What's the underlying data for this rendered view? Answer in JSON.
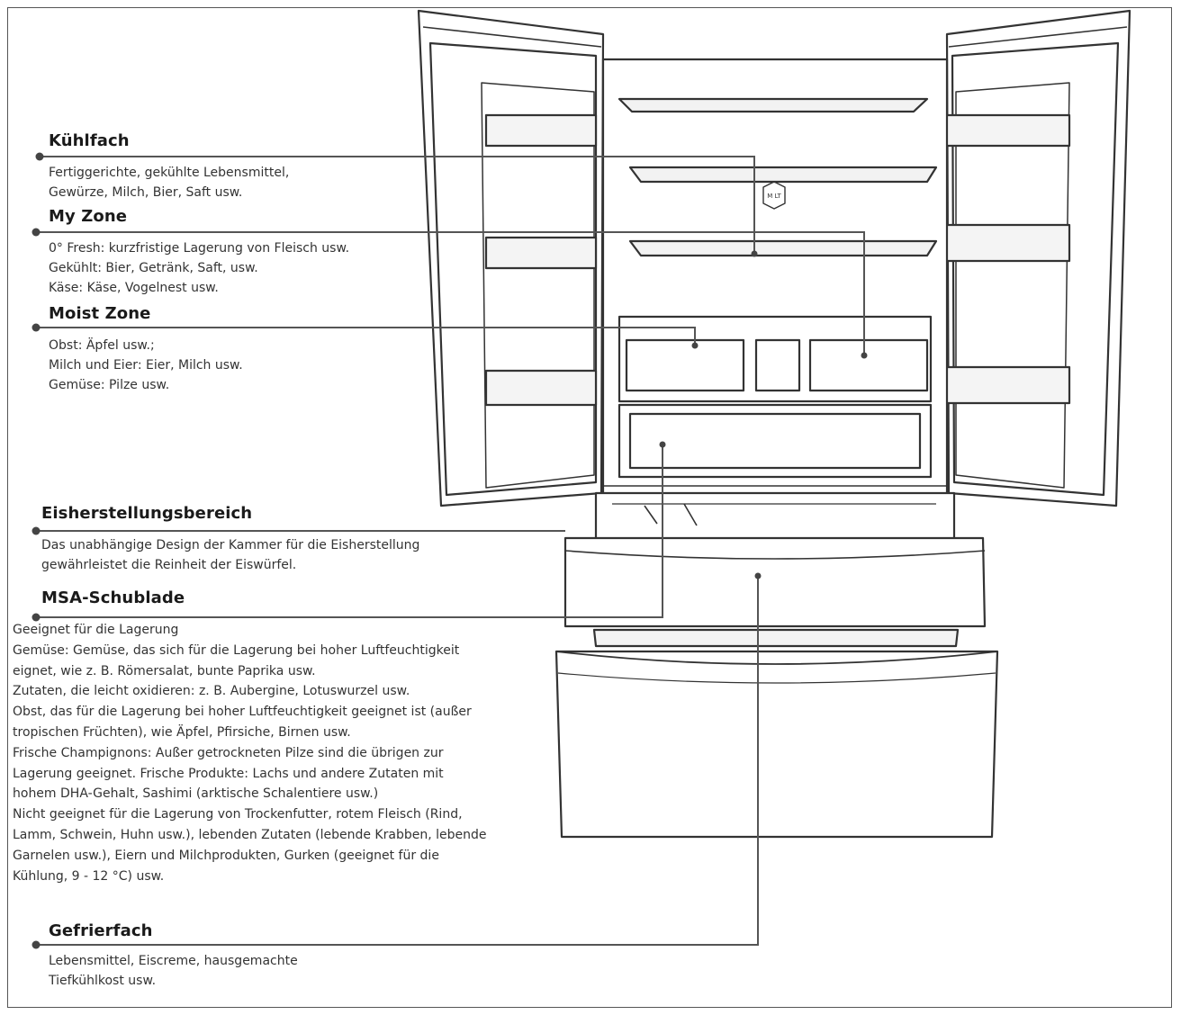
{
  "zones": [
    {
      "id": "kuehlfach",
      "title": "Kühlfach",
      "lines": [
        "Fertiggerichte, gekühlte Lebensmittel,",
        "Gewürze, Milch, Bier, Saft usw."
      ]
    },
    {
      "id": "myzone",
      "title": "My Zone",
      "lines": [
        "0° Fresh: kurzfristige Lagerung von Fleisch usw.",
        "Gekühlt: Bier, Getränk, Saft, usw.",
        "Käse: Käse, Vogelnest usw."
      ]
    },
    {
      "id": "moist",
      "title": "Moist Zone",
      "lines": [
        "Obst: Äpfel usw.;",
        "Milch und Eier: Eier, Milch usw.",
        "Gemüse: Pilze usw."
      ]
    },
    {
      "id": "eis",
      "title": "Eisherstellungsbereich",
      "lines": [
        "Das unabhängige Design der Kammer für die Eisherstellung",
        "gewährleistet die Reinheit der Eiswürfel."
      ]
    },
    {
      "id": "msa",
      "title": "MSA-Schublade",
      "lines": [
        "Geeignet für die Lagerung",
        "Gemüse: Gemüse, das sich für die Lagerung bei hoher Luftfeuchtigkeit",
        "eignet, wie z. B. Römersalat, bunte Paprika usw.",
        "Zutaten, die leicht oxidieren: z. B. Aubergine, Lotuswurzel usw.",
        "Obst, das für die Lagerung bei hoher Luftfeuchtigkeit geeignet ist (außer",
        "tropischen Früchten), wie Äpfel, Pfirsiche, Birnen usw.",
        "Frische Champignons: Außer getrockneten Pilze sind die übrigen zur",
        "Lagerung geeignet. Frische Produkte: Lachs und andere Zutaten mit",
        "hohem DHA-Gehalt, Sashimi (arktische Schalentiere usw.)",
        "Nicht geeignet für die Lagerung von Trockenfutter, rotem Fleisch (Rind,",
        "Lamm, Schwein, Huhn usw.), lebenden Zutaten (lebende Krabben, lebende",
        "Garnelen usw.), Eiern und Milchprodukten, Gurken (geeignet für die",
        "Kühlung, 9 - 12 °C) usw."
      ]
    },
    {
      "id": "gefrier",
      "title": "Gefrierfach",
      "lines": [
        "Lebensmittel, Eiscreme, hausgemachte",
        "Tiefkühlkost usw."
      ]
    }
  ],
  "fridge_badge": "M LT",
  "colors": {
    "line": "#555555",
    "outline": "#333333",
    "fill": "#ffffff",
    "shade": "#dcdcdc"
  }
}
